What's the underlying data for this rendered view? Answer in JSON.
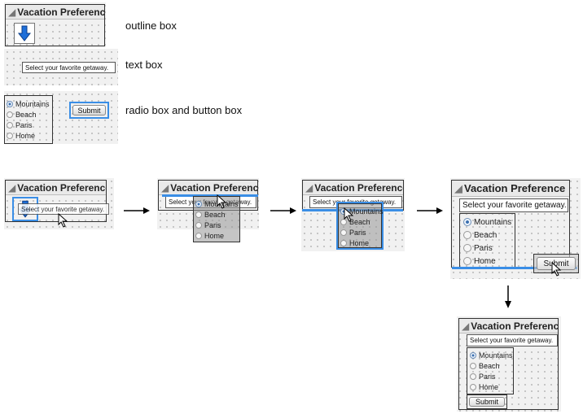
{
  "outline_title": "Vacation Preference",
  "textbox_text": "Select your favorite getaway.",
  "radio_options": [
    "Mountains",
    "Beach",
    "Paris",
    "Home"
  ],
  "button_label": "Submit",
  "labels": {
    "outline_box": "outline box",
    "text_box": "text box",
    "radio_button": "radio box and button box"
  },
  "colors": {
    "selection": "#3a8ee6",
    "canvas": "#f1f1f1"
  },
  "icons": {
    "arrow": "down-arrow-icon",
    "cursor": "mouse-pointer-icon",
    "toggle": "disclosure-triangle-icon"
  }
}
